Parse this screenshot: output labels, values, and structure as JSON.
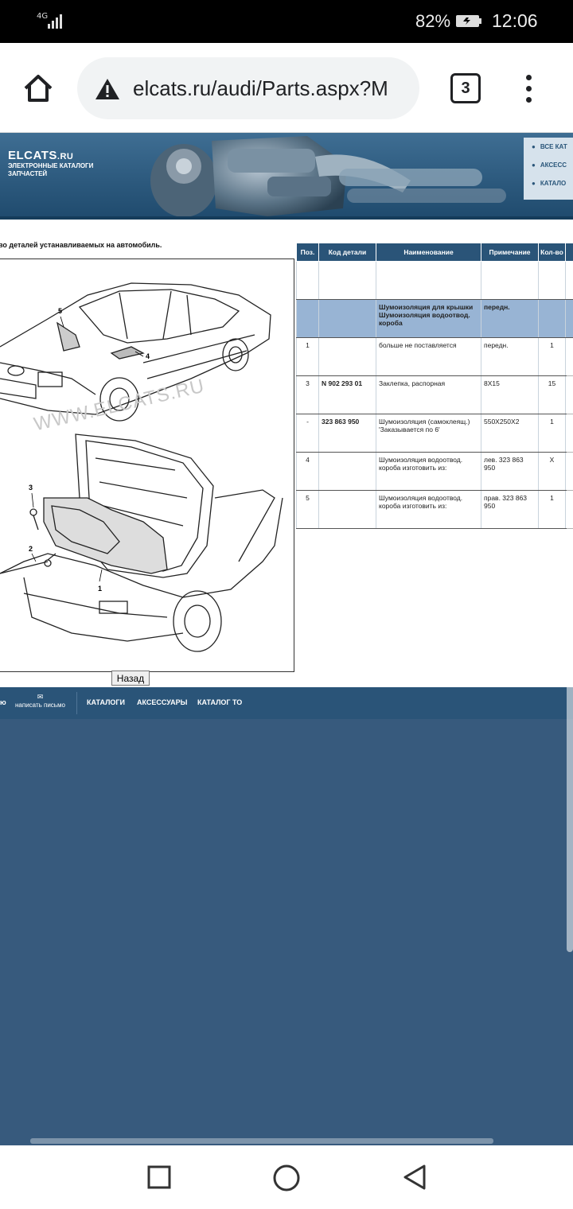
{
  "status_bar": {
    "network": "4G",
    "battery_percent": "82%",
    "time": "12:06"
  },
  "browser": {
    "url": "elcats.ru/audi/Parts.aspx?M",
    "tab_count": "3"
  },
  "site": {
    "brand": "ELCATS",
    "brand_suffix": ".RU",
    "tagline": "ЭЛЕКТРОННЫЕ КАТАЛОГИ ЗАПЧАСТЕЙ",
    "header_links": [
      "ВСЕ КАТ",
      "АКСЕСС",
      "КАТАЛО"
    ]
  },
  "page": {
    "caption": "во деталей устанавливаемых на автомобиль.",
    "watermark": "WWW.ELCATS.RU",
    "back_button": "Назад"
  },
  "parts_table": {
    "headers": {
      "pos": "Поз.",
      "code": "Код детали",
      "name": "Наименование",
      "note": "Примечание",
      "qty": "Кол-во"
    },
    "rows": [
      {
        "pos": "",
        "code": "",
        "name": "",
        "note": "",
        "qty": ""
      },
      {
        "pos": "",
        "code": "",
        "name": "Шумоизоляция для крышки Шумоизоляция водоотвод. короба",
        "note": "передн.",
        "qty": ""
      },
      {
        "pos": "1",
        "code": "",
        "name": "больше не поставляется",
        "note": "передн.",
        "qty": "1"
      },
      {
        "pos": "3",
        "code": "N 902 293 01",
        "name": "Заклепка, распорная",
        "note": "8X15",
        "qty": "15"
      },
      {
        "pos": "-",
        "code": "323 863 950",
        "name": "Шумоизоляция (самоклеящ.) 'Заказывается по 6'",
        "note": "550X250X2",
        "qty": "1"
      },
      {
        "pos": "4",
        "code": "",
        "name": "Шумоизоляция водоотвод. короба изготовить из:",
        "note": "лев. 323 863 950",
        "qty": "X"
      },
      {
        "pos": "5",
        "code": "",
        "name": "Шумоизоляция водоотвод. короба изготовить из:",
        "note": "прав. 323 863 950",
        "qty": "1"
      }
    ]
  },
  "diagram": {
    "labels": [
      "5",
      "4",
      "3",
      "2",
      "1"
    ]
  },
  "footer_nav": {
    "partial": "ю",
    "mail": "написать письмо",
    "links": [
      "КАТАЛОГИ",
      "АКСЕССУАРЫ",
      "КАТАЛОГ ТО"
    ]
  }
}
